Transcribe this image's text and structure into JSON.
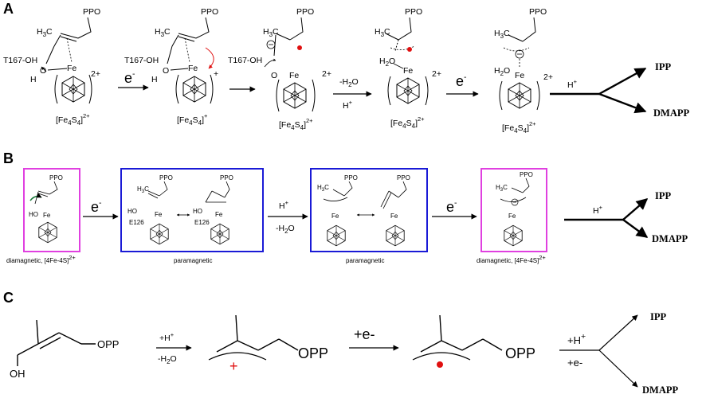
{
  "panels": {
    "a": "A",
    "b": "B",
    "c": "C"
  },
  "colors": {
    "magenta": "#e040e0",
    "blue": "#1a1ad6",
    "red": "#e01010",
    "green": "#1a7a3a",
    "black": "#000000"
  },
  "common": {
    "ppo": "PPO",
    "opp": "OPP",
    "oh": "OH",
    "ch3": "H",
    "ch3_sub": "3",
    "ch3_c": "C",
    "fe": "Fe",
    "h": "H",
    "t167": "T167-OH",
    "h2o_h": "H",
    "h2o_sub": "2",
    "h2o_o": "O",
    "o": "O",
    "ho": "HO",
    "e126": "E126"
  },
  "clusters": {
    "a1": {
      "main": "[Fe",
      "s1": "4",
      "mid": "S",
      "s2": "4",
      "end": "]",
      "charge": "2+"
    },
    "a2": {
      "main": "[Fe",
      "s1": "4",
      "mid": "S",
      "s2": "4",
      "end": "]",
      "charge": "+"
    },
    "a3": {
      "main": "[Fe",
      "s1": "4",
      "mid": "S",
      "s2": "4",
      "end": "]",
      "charge": "2+"
    },
    "a4": {
      "main": "[Fe",
      "s1": "4",
      "mid": "S",
      "s2": "4",
      "end": "]",
      "charge": "2+"
    },
    "a5": {
      "main": "[Fe",
      "s1": "4",
      "mid": "S",
      "s2": "4",
      "end": "]",
      "charge": "2+"
    }
  },
  "bracket_charges": {
    "a1": "2+",
    "a2": "+",
    "a3": "2+",
    "a4": "2+",
    "a5": "2+"
  },
  "arrows_a": {
    "e1": "e",
    "e1_sup": "-",
    "h2o": "-H",
    "h2o_sub": "2",
    "h2o_end": "O",
    "hplus": "H",
    "hplus_sup": "+",
    "e2": "e",
    "e2_sup": "-",
    "h3": "H",
    "h3_sup": "+"
  },
  "arrows_b": {
    "e1": "e",
    "e1_sup": "-",
    "hplus": "H",
    "hplus_sup": "+",
    "h2o": "-H",
    "h2o_sub": "2",
    "h2o_end": "O",
    "e2": "e",
    "e2_sup": "-",
    "h3": "H",
    "h3_sup": "+"
  },
  "arrows_c": {
    "hplus": "+H",
    "hplus_sup": "+",
    "h2o": "-H",
    "h2o_sub": "2",
    "h2o_end": "O",
    "e": "+e-",
    "h3": "+H",
    "h3_sup": "+",
    "e3": "+e-"
  },
  "captions_b": {
    "b1": "diamagnetic, [4Fe-4S]",
    "b1_sup": "2+",
    "b2": "paramagnetic",
    "b3": "paramagnetic",
    "b4": "diamagnetic, [4Fe-4S]",
    "b4_sup": "2+"
  },
  "products": {
    "ipp": "IPP",
    "dmapp": "DMAPP"
  },
  "radical_cation": {
    "plus": "+"
  }
}
